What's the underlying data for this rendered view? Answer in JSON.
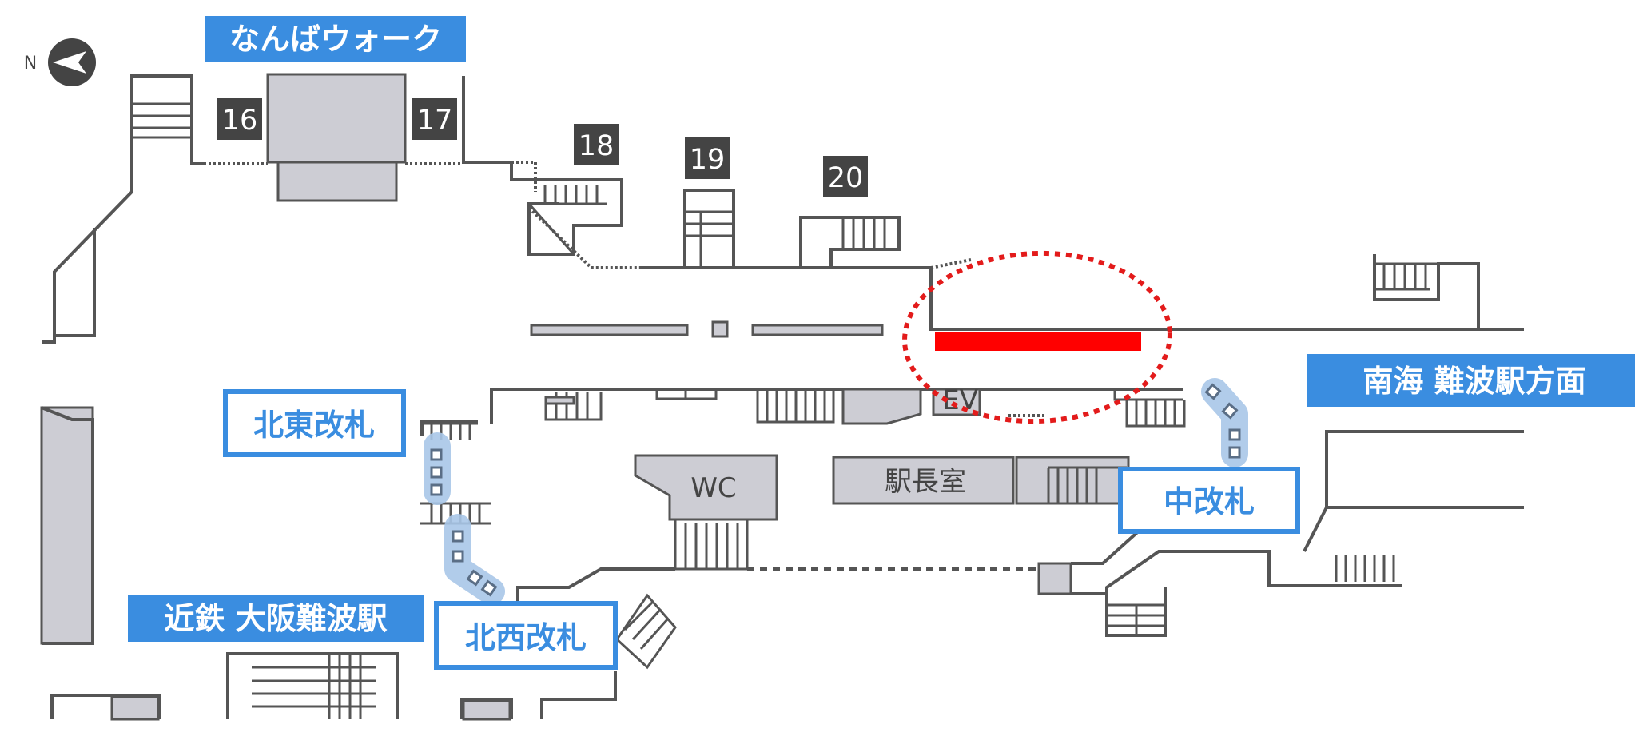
{
  "compass": {
    "letter": "N",
    "icon": "north-arrow-icon"
  },
  "exits": [
    "16",
    "17",
    "18",
    "19",
    "20"
  ],
  "areas": {
    "namba_walk": "なんばウォーク",
    "kintetsu": "近鉄 大阪難波駅",
    "nankai": "南海 難波駅方面"
  },
  "gates": {
    "northeast": "北東改札",
    "northwest": "北西改札",
    "middle": "中改札"
  },
  "rooms": {
    "wc": "WC",
    "station_master": "駅長室",
    "ev": "EV"
  },
  "colors": {
    "label_blue": "#3a8de0",
    "highlight_red": "#ff0000",
    "wall": "#555555",
    "fill_gray": "#cdcdd4",
    "gate_blue": "#a9c7e8"
  }
}
